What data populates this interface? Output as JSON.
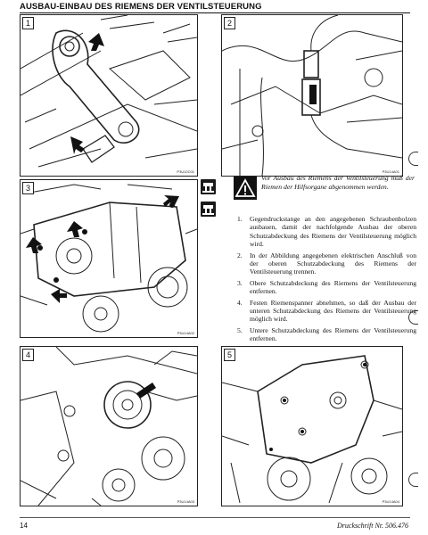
{
  "page": {
    "title": "AUSBAU-EINBAU DES RIEMENS DER VENTILSTEUERUNG",
    "page_number": "14",
    "doc_reference": "Druckschrift Nr. 506.476"
  },
  "panels": [
    {
      "number": "1",
      "caption": "P3U12C01"
    },
    {
      "number": "2",
      "caption": "P3U14A01"
    },
    {
      "number": "3",
      "caption": "P3U14A02"
    },
    {
      "number": "4",
      "caption": "P3U14A03"
    },
    {
      "number": "5",
      "caption": "P3U14A04"
    }
  ],
  "icons": [
    "lift-icon",
    "lift-icon",
    "warning-icon"
  ],
  "warning": {
    "text": "Vor Ausbau des Riemens der Ventilsteuerung muß der Riemen der Hilfsorgane abgenommen werden."
  },
  "steps": [
    {
      "number": "1.",
      "text": "Gegendruckstange an den angegebenen Schraubenbolzen ausbauen, damit der nachfolgende Ausbau der oberen Schutzabdeckung des Riemens der Ventilsteuerung möglich wird."
    },
    {
      "number": "2.",
      "text": "In der Abbildung angegebenen elektrischen Anschluß von der oberen Schutzabdeckung des Riemens der Ventilsteuerung trennen."
    },
    {
      "number": "3.",
      "text": "Obere Schutzabdeckung des Riemens der Ventilsteuerung entfernen."
    },
    {
      "number": "4.",
      "text": "Festen Riemenspanner abnehmen, so daß der Ausbau der unteren Schutzabdeckung des Riemens der Ventilsteuerung möglich wird."
    },
    {
      "number": "5.",
      "text": "Untere Schutzabdeckung des Riemens der Ventilsteuerung entfernen."
    }
  ],
  "colors": {
    "ink": "#111111",
    "paper": "#ffffff"
  }
}
